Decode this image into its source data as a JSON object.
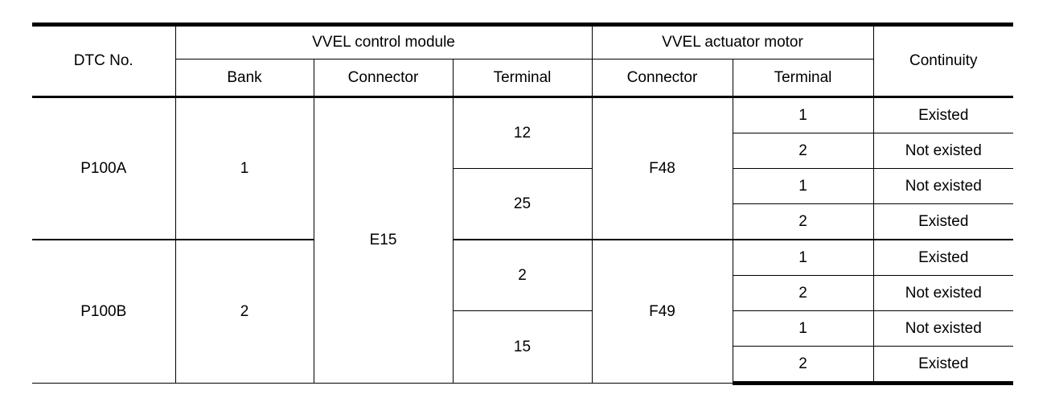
{
  "table": {
    "columns": {
      "dtc_no": "DTC No.",
      "continuity": "Continuity"
    },
    "group_headers": {
      "control_module": "VVEL control module",
      "actuator_motor": "VVEL actuator motor"
    },
    "sub_headers": {
      "cm_bank": "Bank",
      "cm_connector": "Connector",
      "cm_terminal": "Terminal",
      "am_connector": "Connector",
      "am_terminal": "Terminal"
    },
    "groups": [
      {
        "dtc": "P100A",
        "bank": "1",
        "cm_connector": "E15",
        "am_connector": "F48",
        "terminal_blocks": [
          {
            "cm_terminal": "12",
            "rows": [
              {
                "am_terminal": "1",
                "continuity": "Existed"
              },
              {
                "am_terminal": "2",
                "continuity": "Not existed"
              }
            ]
          },
          {
            "cm_terminal": "25",
            "rows": [
              {
                "am_terminal": "1",
                "continuity": "Not existed"
              },
              {
                "am_terminal": "2",
                "continuity": "Existed"
              }
            ]
          }
        ]
      },
      {
        "dtc": "P100B",
        "bank": "2",
        "cm_connector": "E15",
        "am_connector": "F49",
        "terminal_blocks": [
          {
            "cm_terminal": "2",
            "rows": [
              {
                "am_terminal": "1",
                "continuity": "Existed"
              },
              {
                "am_terminal": "2",
                "continuity": "Not existed"
              }
            ]
          },
          {
            "cm_terminal": "15",
            "rows": [
              {
                "am_terminal": "1",
                "continuity": "Not existed"
              },
              {
                "am_terminal": "2",
                "continuity": "Existed"
              }
            ]
          }
        ]
      }
    ]
  }
}
